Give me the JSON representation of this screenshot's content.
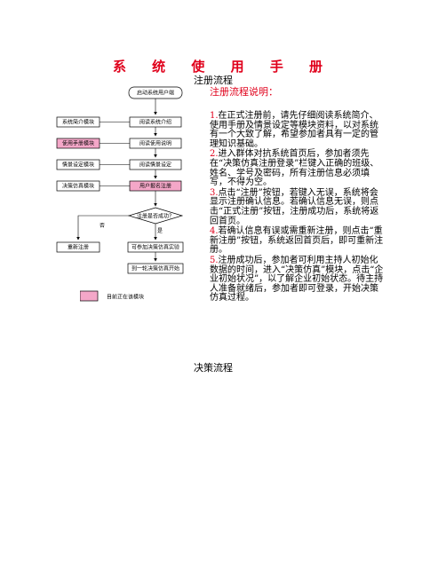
{
  "title": "系 统 使 用 手 册",
  "register": {
    "heading": "注册流程",
    "subheading": "注册流程说明：",
    "steps": [
      {
        "num": "1.",
        "text": "在正式注册前，请先仔细阅读系统简介、使用手册及情景设定等模块资料，以对系统有一个大致了解，希望参加者具有一定的管理知识基础。"
      },
      {
        "num": "2.",
        "text": "进入群体对抗系统首页后，参加者须先在“决策仿真注册登录”栏键入正确的班级、姓名、学号及密码，所有注册信息必须填写，不得为空。"
      },
      {
        "num": "3.",
        "text": "点击“注册”按钮，若键入无误，系统将会显示注册确认信息。若确认信息无误，则点击“正式注册”按钮，注册成功后，系统将返回首页。"
      },
      {
        "num": "4.",
        "text": "若确认信息有误或需重新注册，则点击“重新注册”按钮，系统返回首页后，即可重新注册。"
      },
      {
        "num": "5.",
        "text": "注册成功后，参加者可利用主持人初始化数据的时间，进入“决策仿真”模块，点击“企业初始状况”，以了解企业初始状态。待主持人准备就绪后，参加者即可登录，开始决策仿真过程。"
      }
    ]
  },
  "decision": {
    "heading": "决策流程"
  },
  "flowchart": {
    "start": "启动系统用户端",
    "main_steps": [
      "阅读系统介绍",
      "阅读使用说明",
      "阅读情景设定",
      "用户报名注册"
    ],
    "side_modules": [
      "系统简介模块",
      "使用手册模块",
      "情景设定模块",
      "决策仿真模块"
    ],
    "decision": "注册是否成功？",
    "no_label": "否",
    "yes_label": "是",
    "retry": "重新注册",
    "participate": "可参加决策仿真实验",
    "next": "到一轮决策仿真开始",
    "legend": "目前正在该模块",
    "colors": {
      "highlight": "#f4a7c8",
      "border": "#000000"
    }
  }
}
